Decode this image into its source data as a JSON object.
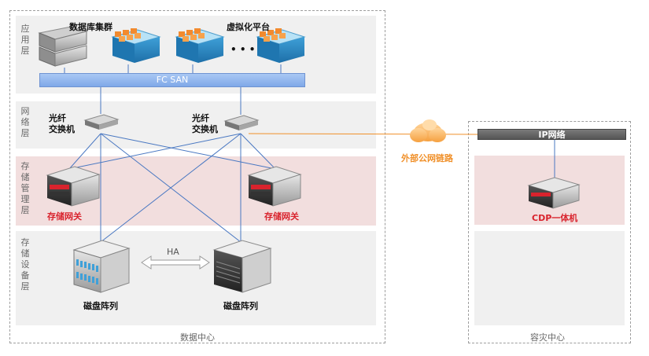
{
  "datacenter": {
    "caption": "数据中心",
    "layers": {
      "app": "应用层",
      "network": "网络层",
      "storage_mgmt": "存储管理层",
      "storage_device": "存储设备层"
    },
    "db_cluster_label": "数据库集群",
    "virt_platform_label": "虚拟化平台",
    "ellipsis": "• • •",
    "fc_san_label": "FC SAN",
    "switch_label_left": "光纤\n交换机",
    "switch_label_right": "光纤\n交换机",
    "gateway_left_label": "存储网关",
    "gateway_right_label": "存储网关",
    "ha_label": "HA",
    "array_left_label": "磁盘阵列",
    "array_right_label": "磁盘阵列"
  },
  "link_label": "外部公网链路",
  "disaster_recovery": {
    "caption": "容灾中心",
    "ip_network_label": "IP网络",
    "cdp_label": "CDP一体机"
  },
  "colors": {
    "link_blue": "#4a78c2",
    "public_link_orange": "#f0902a",
    "gateway_red": "#d9232d",
    "storage_mgmt_pink": "#f2dede",
    "layer_gray": "#f0f0f0"
  }
}
